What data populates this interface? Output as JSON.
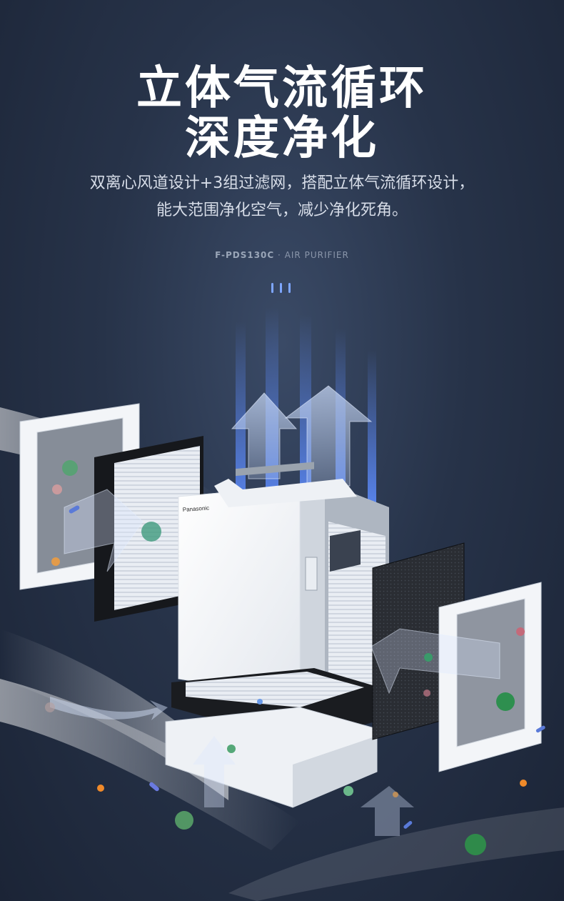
{
  "headline": {
    "line1": "立体气流循环",
    "line2": "深度净化"
  },
  "description": {
    "line1": "双离心风道设计+3组过滤网，搭配立体气流循环设计，",
    "line2": "能大范围净化空气，减少净化死角。"
  },
  "product": {
    "model": "F-PDS130C",
    "separator": "·",
    "category": "AIR PURIFIER",
    "brand": "Panasonic"
  },
  "colors": {
    "accent_blue": "#6f9bff",
    "background": "#273349"
  }
}
